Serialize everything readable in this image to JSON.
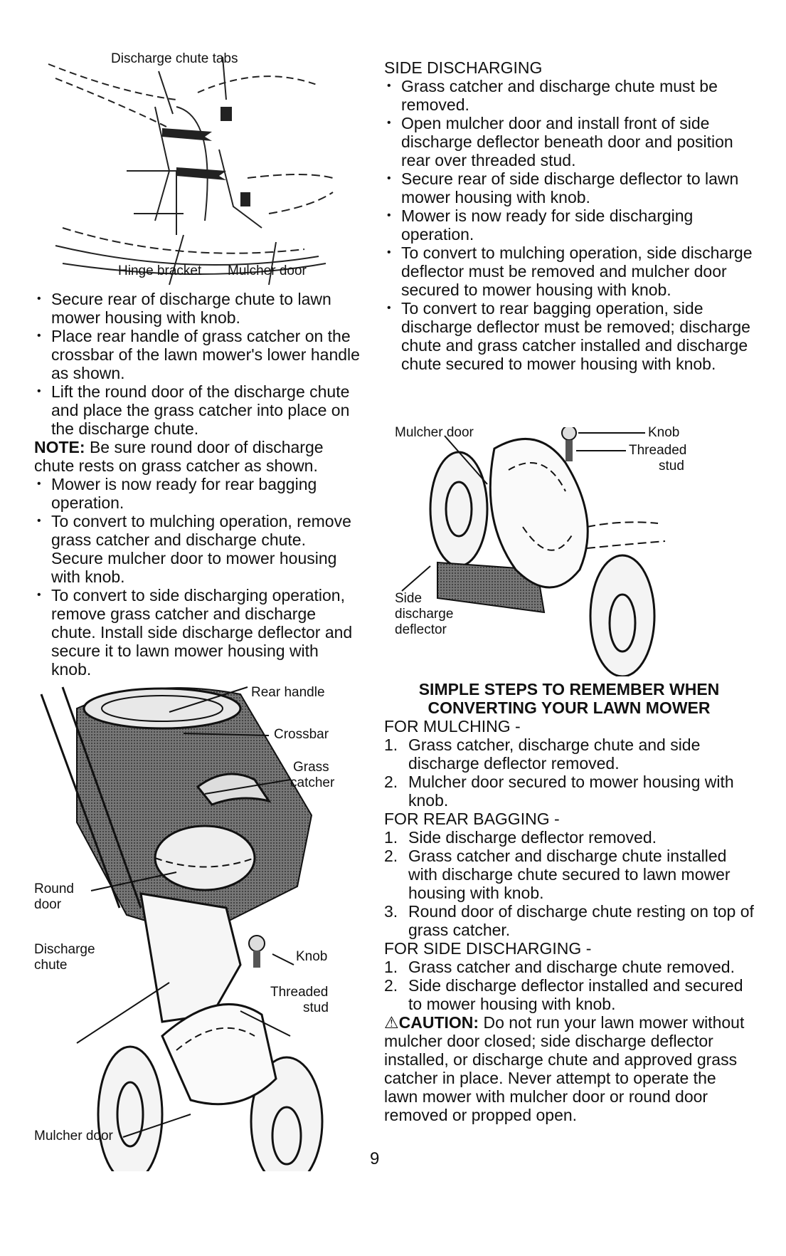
{
  "figure_top": {
    "label_chute_tabs": "Discharge chute tabs",
    "label_hinge": "Hinge bracket",
    "label_mulcher": "Mulcher door"
  },
  "left_list_1": [
    "Secure rear of discharge chute to lawn mower housing with knob.",
    "Place rear handle of grass catcher on the crossbar of the lawn mower's lower handle as shown.",
    "Lift the round door of the discharge chute and place the grass catcher into place on the discharge chute."
  ],
  "note": {
    "label": "NOTE:",
    "text": " Be sure round door of discharge chute rests on grass catcher as shown."
  },
  "left_list_2": [
    "Mower is now ready for rear bagging operation.",
    "To convert to mulching operation, remove grass catcher and discharge chute. Secure mulcher door to mower housing with knob.",
    "To convert to side discharging operation, remove grass catcher and discharge chute. Install side discharge deflector and secure it to lawn mower housing with knob."
  ],
  "figure_bottom_left": {
    "rear_handle": "Rear handle",
    "crossbar": "Crossbar",
    "grass_catcher_1": "Grass",
    "grass_catcher_2": "catcher",
    "round_door_1": "Round",
    "round_door_2": "door",
    "discharge_chute_1": "Discharge",
    "discharge_chute_2": "chute",
    "knob": "Knob",
    "threaded_1": "Threaded",
    "threaded_2": "stud",
    "mulcher_door": "Mulcher door"
  },
  "side_heading": "SIDE DISCHARGING",
  "right_list": [
    "Grass catcher and discharge chute must be removed.",
    "Open mulcher door and install front of side discharge deflector beneath door and position rear over threaded stud.",
    "Secure rear of side discharge deflector to lawn mower housing with knob.",
    "Mower is now ready for side discharging operation.",
    "To convert to mulching operation, side discharge deflector must be removed and mulcher door secured to mower housing with knob.",
    "To convert to rear bagging operation, side discharge deflector must be removed; discharge chute and grass catcher installed and discharge chute secured to mower housing with knob."
  ],
  "figure_right": {
    "mulcher_door": "Mulcher door",
    "knob": "Knob",
    "threaded_1": "Threaded",
    "threaded_2": "stud",
    "side_1": "Side",
    "side_2": "discharge",
    "side_3": "deflector"
  },
  "steps_heading_1": "SIMPLE STEPS TO REMEMBER WHEN",
  "steps_heading_2": "CONVERTING YOUR LAWN MOWER",
  "mulching": {
    "title": "FOR MULCHING -",
    "items": [
      {
        "n": "1.",
        "t": "Grass catcher, discharge chute and side discharge deflector removed."
      },
      {
        "n": "2.",
        "t": "Mulcher door secured to mower housing with knob."
      }
    ]
  },
  "bagging": {
    "title": "FOR REAR BAGGING -",
    "items": [
      {
        "n": "1.",
        "t": "Side discharge deflector removed."
      },
      {
        "n": "2.",
        "t": "Grass catcher and discharge chute installed with discharge chute secured to lawn mower housing with knob."
      },
      {
        "n": "3.",
        "t": "Round door of discharge chute resting on top of grass catcher."
      }
    ]
  },
  "sidedis": {
    "title": "FOR SIDE DISCHARGING -",
    "items": [
      {
        "n": "1.",
        "t": "Grass catcher and discharge chute removed."
      },
      {
        "n": "2.",
        "t": "Side discharge deflector installed and secured to mower housing with knob."
      }
    ]
  },
  "caution": {
    "label": "CAUTION:",
    "text": " Do not run your lawn mower without mulcher door closed; side discharge deflector installed, or discharge chute and approved grass catcher in place. Never attempt to operate the lawn mower with mulcher door or round door removed or propped open."
  },
  "page_number": "9"
}
